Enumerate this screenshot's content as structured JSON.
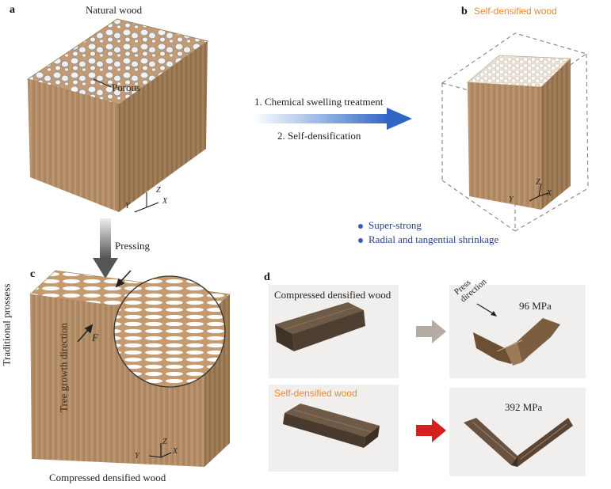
{
  "panels": {
    "a": {
      "letter": "a",
      "title": "Natural wood",
      "callout": "Porous"
    },
    "b": {
      "letter": "b",
      "title": "Self-densified wood",
      "bullets": [
        "Super-strong",
        "Radial and tangential shrinkage"
      ]
    },
    "c": {
      "letter": "c",
      "side_label": "Traditional prossess",
      "growth_label": "Tree growth direction",
      "force_label": "F",
      "caption": "Compressed densified wood"
    },
    "d": {
      "letter": "d",
      "row1_label": "Compressed densified wood",
      "row2_label": "Self-densified wood",
      "press_label": "Press direction",
      "row1_value": "96 MPa",
      "row2_value": "392 MPa"
    }
  },
  "process": {
    "step1": "1. Chemical swelling treatment",
    "step2": "2. Self-densification",
    "pressing": "Pressing"
  },
  "axes": {
    "z": "Z",
    "y": "Y",
    "x": "X"
  },
  "colors": {
    "accent_orange": "#e8892b",
    "bullet_blue": "#2a3f8f",
    "arrow_blue": "#2f66c4",
    "arrow_red": "#d62020",
    "arrow_gray": "#b5aba5",
    "wood_front": "#b4906a",
    "wood_side": "#9a7653"
  }
}
